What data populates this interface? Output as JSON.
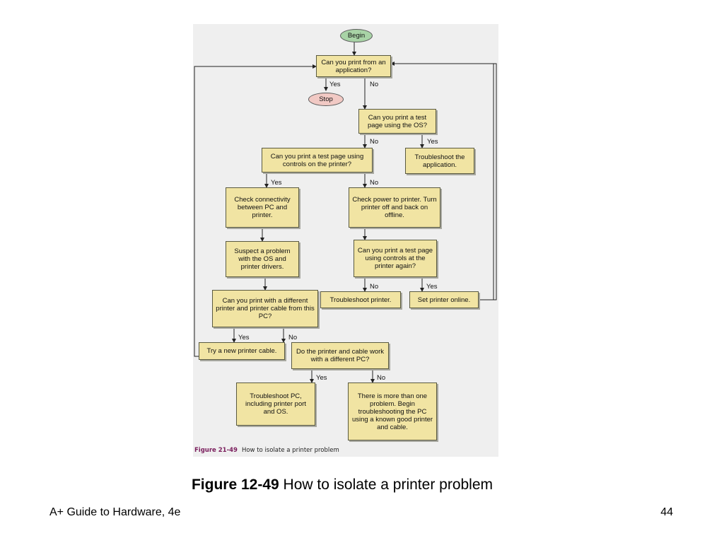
{
  "figure": {
    "caption_number": "Figure 21-49",
    "caption_text": "How to isolate a printer problem"
  },
  "nodes": {
    "begin": "Begin",
    "q_print_app": "Can you print from an application?",
    "stop": "Stop",
    "q_test_page_os": "Can you print a test page using the OS?",
    "q_test_page_printer": "Can you print a test page using controls on the printer?",
    "troubleshoot_application": "Troubleshoot the application.",
    "check_connectivity": "Check connectivity between PC and printer.",
    "check_power": "Check power to printer. Turn printer off and back on offline.",
    "suspect_os": "Suspect a problem with the OS and printer drivers.",
    "q_test_page_again": "Can you print a test page using controls at the printer again?",
    "q_different_printer": "Can you print with a different printer and printer cable from this PC?",
    "troubleshoot_printer": "Troubleshoot printer.",
    "set_online": "Set printer online.",
    "new_cable": "Try a new printer cable.",
    "q_different_pc": "Do the printer and cable work with a different PC?",
    "troubleshoot_pc": "Troubleshoot PC, including printer port and OS.",
    "multiple_problems": "There is more than one problem. Begin troubleshooting the PC using a known good printer and cable."
  },
  "edge_labels": {
    "yes": "Yes",
    "no": "No"
  },
  "slide": {
    "caption_bold": "Figure 12-49",
    "caption_rest": " How to isolate a printer problem",
    "footer_left": "A+ Guide to Hardware, 4e",
    "page_number": "44"
  }
}
